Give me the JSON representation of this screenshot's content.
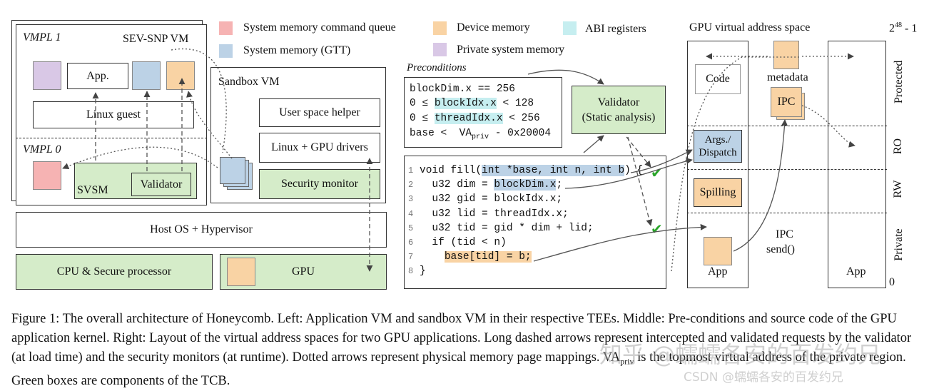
{
  "legend": {
    "cmd_queue": "System memory command queue",
    "device_mem": "Device memory",
    "abi_regs": "ABI registers",
    "gtt": "System memory (GTT)",
    "private_mem": "Private system memory",
    "colors": {
      "cmd_queue": "#f6b3b3",
      "device_mem": "#f9d3a4",
      "abi_regs": "#c6eef0",
      "gtt": "#bcd2e6",
      "private_mem": "#d9c8e6",
      "tcb_green": "#d5ecc9"
    }
  },
  "left": {
    "vmpl1": "VMPL 1",
    "sev_snp_vm": "SEV-SNP VM",
    "app": "App.",
    "linux_guest": "Linux guest",
    "vmpl0": "VMPL 0",
    "svsm": "SVSM",
    "validator": "Validator",
    "sandbox_vm": "Sandbox VM",
    "user_space_helper": "User space helper",
    "linux_gpu_drivers": "Linux + GPU drivers",
    "security_monitor": "Security monitor",
    "host_os": "Host OS + Hypervisor",
    "cpu_secure": "CPU & Secure processor",
    "gpu": "GPU"
  },
  "middle": {
    "preconditions_title": "Preconditions",
    "preconditions": [
      {
        "text": "blockDim.x == 256"
      },
      {
        "pre": "0 ≤ ",
        "hl": "blockIdx.x",
        "post": " < 128"
      },
      {
        "pre": "0 ≤ ",
        "hl": "threadIdx.x",
        "post": " < 256"
      },
      {
        "pre": "base <  VA",
        "sub": "priv",
        "post": " - 0x20004"
      }
    ],
    "validator_line1": "Validator",
    "validator_line2": "(Static analysis)",
    "code": [
      {
        "n": "1",
        "pre": "void fill(",
        "hl": "int *base, int n, int b",
        "post": ") {"
      },
      {
        "n": "2",
        "pre": "  u32 dim = ",
        "hl": "blockDim.x",
        "post": ";"
      },
      {
        "n": "3",
        "pre": "  u32 gid = blockIdx.x;",
        "hl": "",
        "post": ""
      },
      {
        "n": "4",
        "pre": "  u32 lid = threadIdx.x;",
        "hl": "",
        "post": ""
      },
      {
        "n": "5",
        "pre": "  u32 tid = gid * dim + lid;",
        "hl": "",
        "post": ""
      },
      {
        "n": "6",
        "pre": "  if (tid < n)",
        "hl": "",
        "post": ""
      },
      {
        "n": "7",
        "pre": "    ",
        "hl": "base[tid] = b;",
        "post": ""
      },
      {
        "n": "8",
        "pre": "}",
        "hl": "",
        "post": ""
      }
    ],
    "check_mark": "✔"
  },
  "right": {
    "title": "GPU virtual address space",
    "top_addr_base": "2",
    "top_addr_exp": "48",
    "top_addr_suffix": " - 1",
    "bottom_addr": "0",
    "code": "Code",
    "metadata": "metadata",
    "ipc": "IPC",
    "args_dispatch_1": "Args./",
    "args_dispatch_2": "Dispatch",
    "spilling": "Spilling",
    "app_left": "App",
    "app_right": "App",
    "ipc_send_1": "IPC",
    "ipc_send_2": "send()",
    "regions": {
      "protected": "Protected",
      "ro": "RO",
      "rw": "RW",
      "private": "Private"
    }
  },
  "caption": {
    "p1": "Figure 1: The overall architecture of Honeycomb. Left: Application VM and sandbox VM in their respective TEEs. Middle: Pre-conditions and source code of the GPU application kernel. Right: Layout of the virtual address spaces for two GPU applications. Long dashed arrows represent intercepted and validated requests by the validator (at load time) and the security monitors (at runtime). Dotted arrows represent physical memory page mappings. VA",
    "sub": "priv",
    "p2": " is the topmost virtual address of the private region. Green boxes are components of the TCB."
  },
  "watermark": {
    "cn": "知乎 @蠕蠕各安的百发约兄",
    "csdn": "CSDN @蠕蠕各安的百发约兄"
  }
}
